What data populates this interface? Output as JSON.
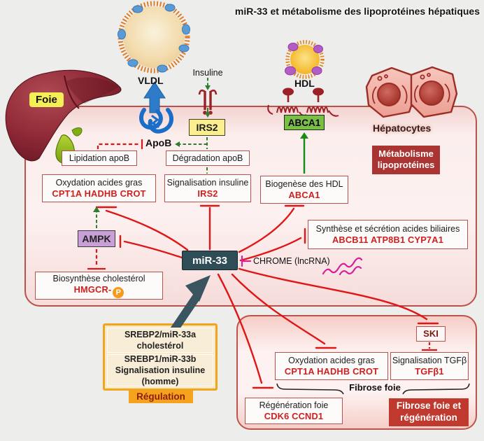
{
  "title": "miR-33 et métabolisme des lipoprotéines hépatiques",
  "colors": {
    "inhibition_red": "#e01616",
    "activation_green": "#2e7d32",
    "badge_dark_red": "#aa3431",
    "chrome_pink": "#d6219c",
    "regulation_orange": "#f5a31c"
  },
  "top": {
    "foie": "Foie",
    "vldl": "VLDL",
    "insuline": "Insuline",
    "hdl": "HDL",
    "irs2": "IRS2",
    "abca1": "ABCA1",
    "apob": "ApoB",
    "hepatocytes": "Hépatocytes",
    "metabolisme_badge": {
      "line1": "Métabolisme",
      "line2": "lipoprotéines"
    }
  },
  "cell": {
    "lipidation": "Lipidation apoB",
    "degradation": "Dégradation apoB",
    "oxydation": {
      "title": "Oxydation acides gras",
      "genes": "CPT1A HADHB CROT"
    },
    "signalisation_insuline": {
      "title": "Signalisation insuline",
      "genes": "IRS2"
    },
    "biogenese": {
      "title": "Biogenèse des HDL",
      "genes": "ABCA1"
    },
    "acides_biliaires": {
      "title": "Synthèse et sécrétion acides biliaires",
      "genes": "ABCB11 ATP8B1 CYP7A1"
    },
    "ampk": "AMPK",
    "mir33": "miR-33",
    "chrome": "CHROME (lncRNA)",
    "biosynthese": {
      "title": "Biosynthèse cholestérol",
      "gene": "HMGCR-",
      "phospho": "P"
    }
  },
  "regulation": {
    "srebp2_line1": "SREBP2/miR-33a",
    "srebp2_line2": "cholestérol",
    "srebp1_line1": "SREBP1/miR-33b",
    "srebp1_line2": "Signalisation insuline",
    "srebp1_line3": "(homme)",
    "badge": "Régulation"
  },
  "fibrosis": {
    "ski": "SKI",
    "oxydation": {
      "title": "Oxydation acides gras",
      "genes": "CPT1A HADHB CROT"
    },
    "tgf": {
      "title": "Signalisation TGFβ",
      "genes": "TGFβ1"
    },
    "fibrose_foie": "Fibrose foie",
    "regeneration": {
      "title": "Régénération foie",
      "genes": "CDK6 CCND1"
    },
    "badge_line1": "Fibrose foie et",
    "badge_line2": "régénération"
  }
}
